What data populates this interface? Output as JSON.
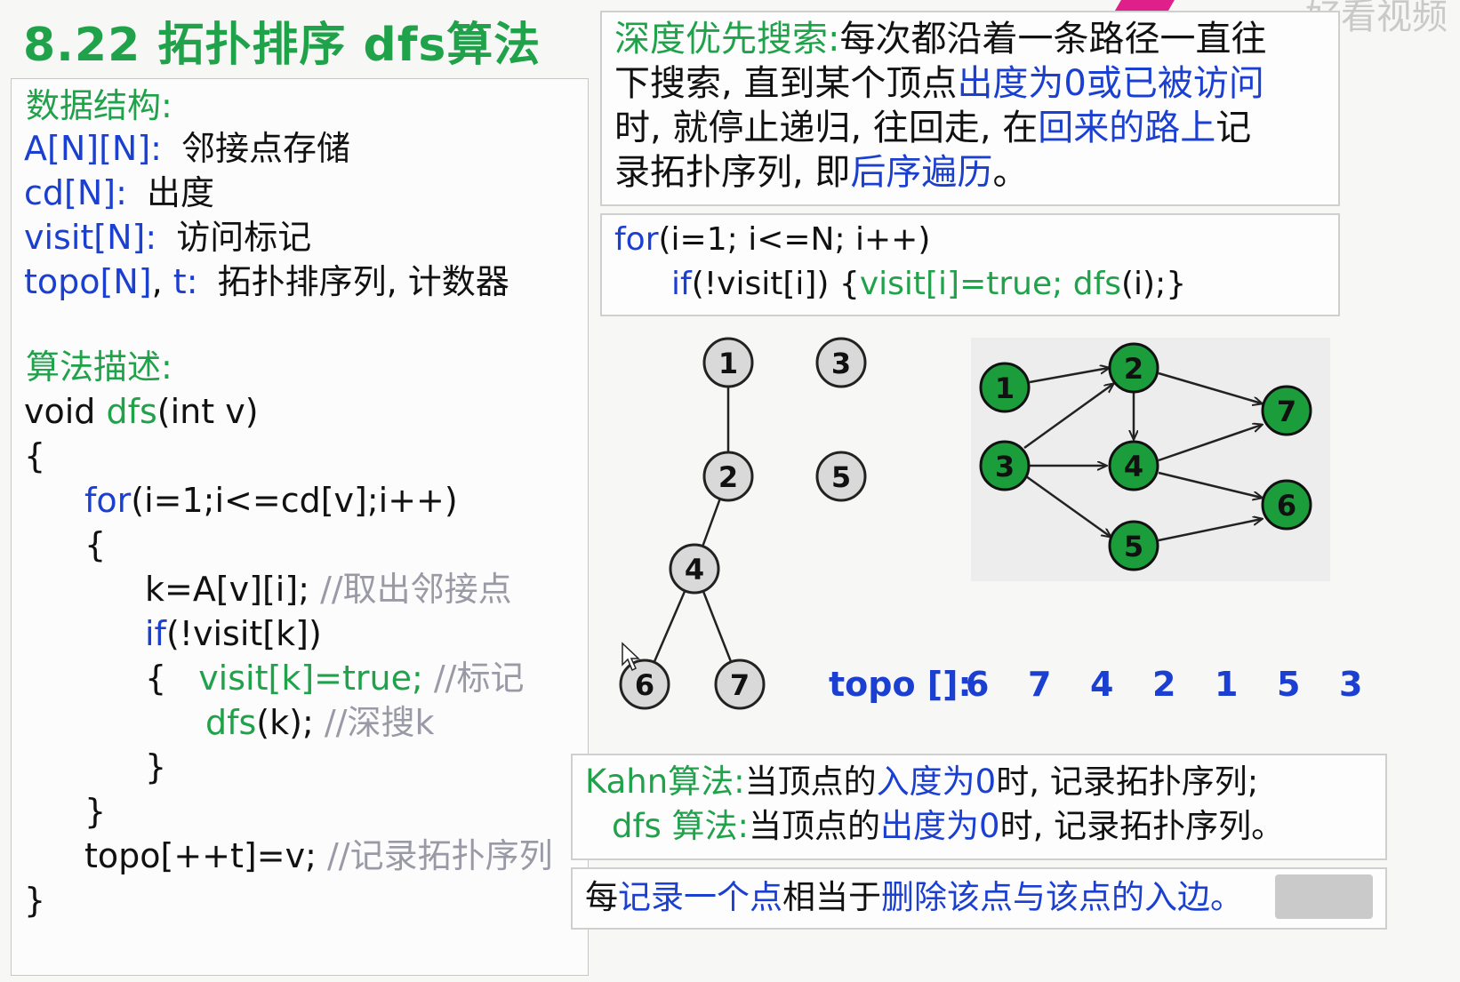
{
  "title": "8.22 拓扑排序 dfs算法",
  "watermark": "好看视频",
  "left": {
    "ds_heading": "数据结构:",
    "ds": [
      {
        "name": "A[N][N]:",
        "desc": "邻接点存储"
      },
      {
        "name": "cd[N]:",
        "desc": "出度"
      },
      {
        "name": "visit[N]:",
        "desc": "访问标记"
      },
      {
        "name1": "topo[N]",
        "sep": ",",
        "name2": "t:",
        "desc": "拓扑排序列, 计数器"
      }
    ],
    "alg_heading": "算法描述:",
    "code": {
      "l1_a": "void ",
      "l1_b": "dfs",
      "l1_c": "(int v)",
      "l2": "{",
      "l3_a": "for",
      "l3_b": "(i=1;i<=cd[v];i++)",
      "l4": "{",
      "l5_a": "k=A[v][i]; ",
      "l5_b": "//取出邻接点",
      "l6_a": "if",
      "l6_b": "(!visit[k])",
      "l7_a": "{",
      "l7_b": "visit[k]=true; ",
      "l7_c": "//标记",
      "l8_a": "dfs",
      "l8_b": "(k); ",
      "l8_c": "//深搜k",
      "l9": "}",
      "l10": "}",
      "l11_a": "topo[++t]=v; ",
      "l11_b": "//记录拓扑序列",
      "l12": "}"
    }
  },
  "desc_box": {
    "p1_green": "深度优先搜索:",
    "p1_black": "每次都沿着一条路径一直往",
    "p2_black": "下搜索, 直到某个顶点",
    "p2_blue": "出度为0或已被访问",
    "p3_black1": "时, 就停止递归, 往回走, 在",
    "p3_blue": "回来的路上",
    "p3_black2": "记",
    "p4_black1": "录拓扑序列, 即",
    "p4_blue": "后序遍历",
    "p4_black2": "。"
  },
  "loop_box": {
    "l1_a": "for",
    "l1_b": "(i=1; i<=N; i++)",
    "l2_a": "if",
    "l2_b": "(!visit[i]) {",
    "l2_c": "visit[i]=true; ",
    "l2_d": "dfs",
    "l2_e": "(i);}"
  },
  "tree_nodes": {
    "n1": "1",
    "n2": "2",
    "n3": "3",
    "n4": "4",
    "n5": "5",
    "n6": "6",
    "n7": "7"
  },
  "dag_nodes": {
    "n1": "1",
    "n2": "2",
    "n3": "3",
    "n4": "4",
    "n5": "5",
    "n6": "6",
    "n7": "7"
  },
  "topo": {
    "label": "topo []:",
    "values": [
      "6",
      "7",
      "4",
      "2",
      "1",
      "5",
      "3"
    ]
  },
  "kahn_box": {
    "r1_a": "Kahn算法:",
    "r1_b": "当顶点的",
    "r1_c": "入度为0",
    "r1_d": "时, 记录拓扑序列;",
    "r2_a": "dfs 算法:",
    "r2_b": "当顶点的",
    "r2_c": "出度为0",
    "r2_d": "时, 记录拓扑序列。"
  },
  "note_box": {
    "a": "每",
    "b": "记录一个点",
    "c": "相当于",
    "d": "删除该点与该点的入边",
    "e": "。"
  },
  "colors": {
    "green": "#1fa24a",
    "blue": "#1a3fd1",
    "comment": "#9a9aa6",
    "node_gray": "#d9d9d9",
    "node_green": "#1b9d3c"
  }
}
